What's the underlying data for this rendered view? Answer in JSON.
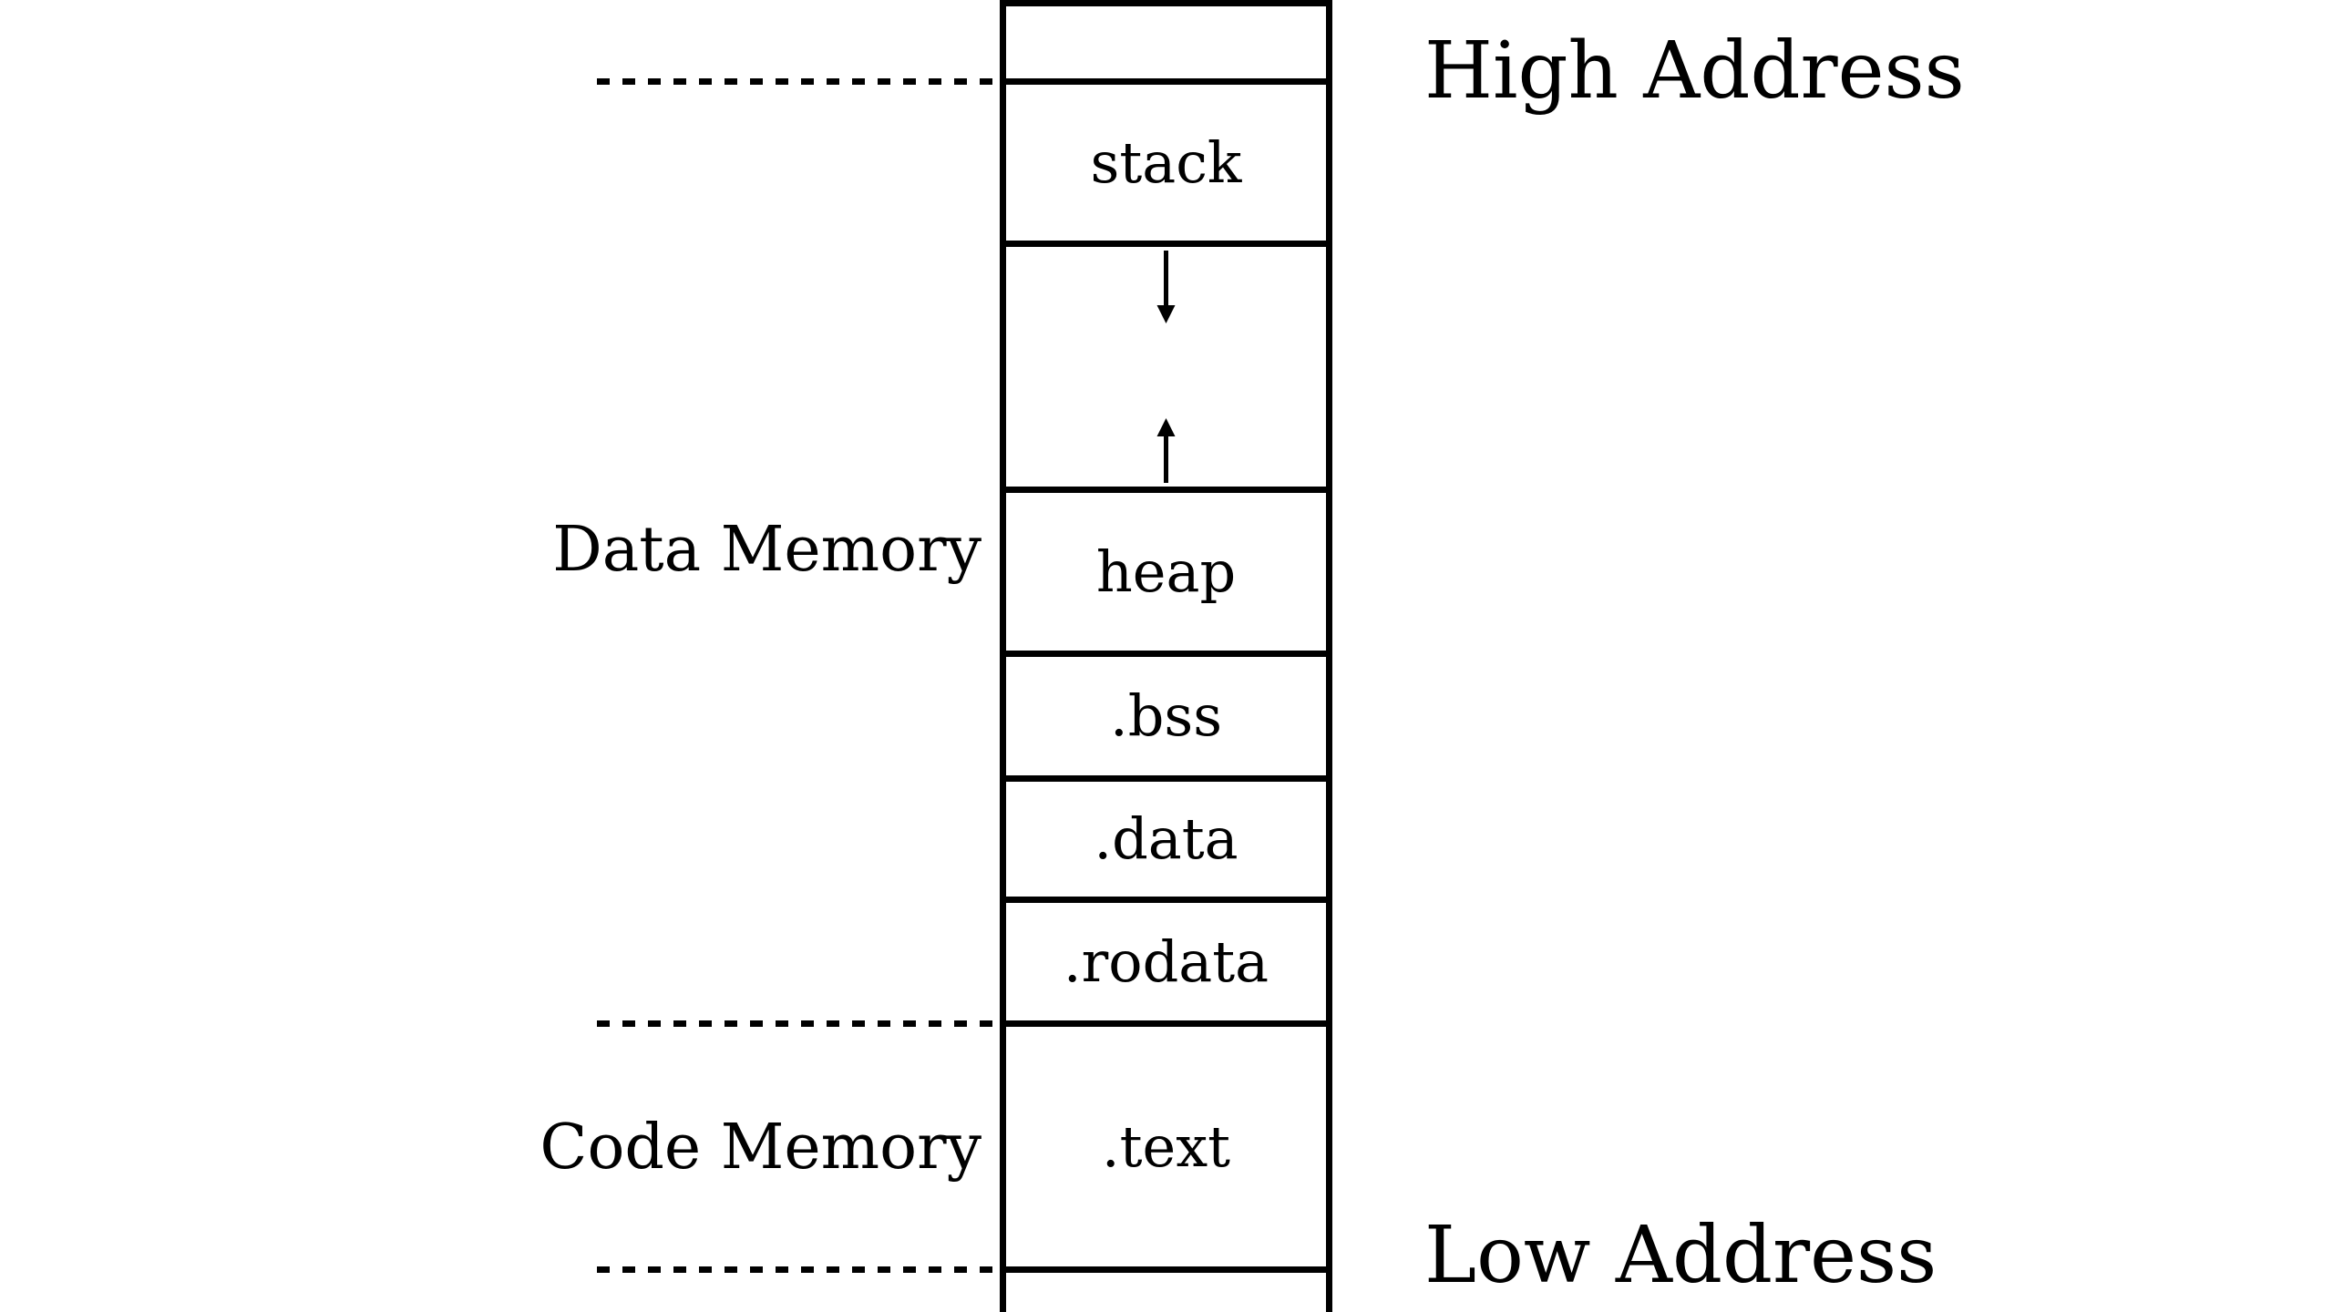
{
  "diagram": {
    "type": "memory-layout",
    "address_labels": {
      "high": "High Address",
      "low": "Low Address"
    },
    "region_labels": {
      "data": "Data Memory",
      "code": "Code Memory"
    },
    "segments": {
      "stack": "stack",
      "heap": "heap",
      "bss": ".bss",
      "data": ".data",
      "rodata": ".rodata",
      "text": ".text"
    },
    "icons": {
      "stack_growth": "arrow-down-icon",
      "heap_growth": "arrow-up-icon"
    },
    "colors": {
      "line": "#000000",
      "text": "#000000",
      "background": "#ffffff"
    }
  }
}
